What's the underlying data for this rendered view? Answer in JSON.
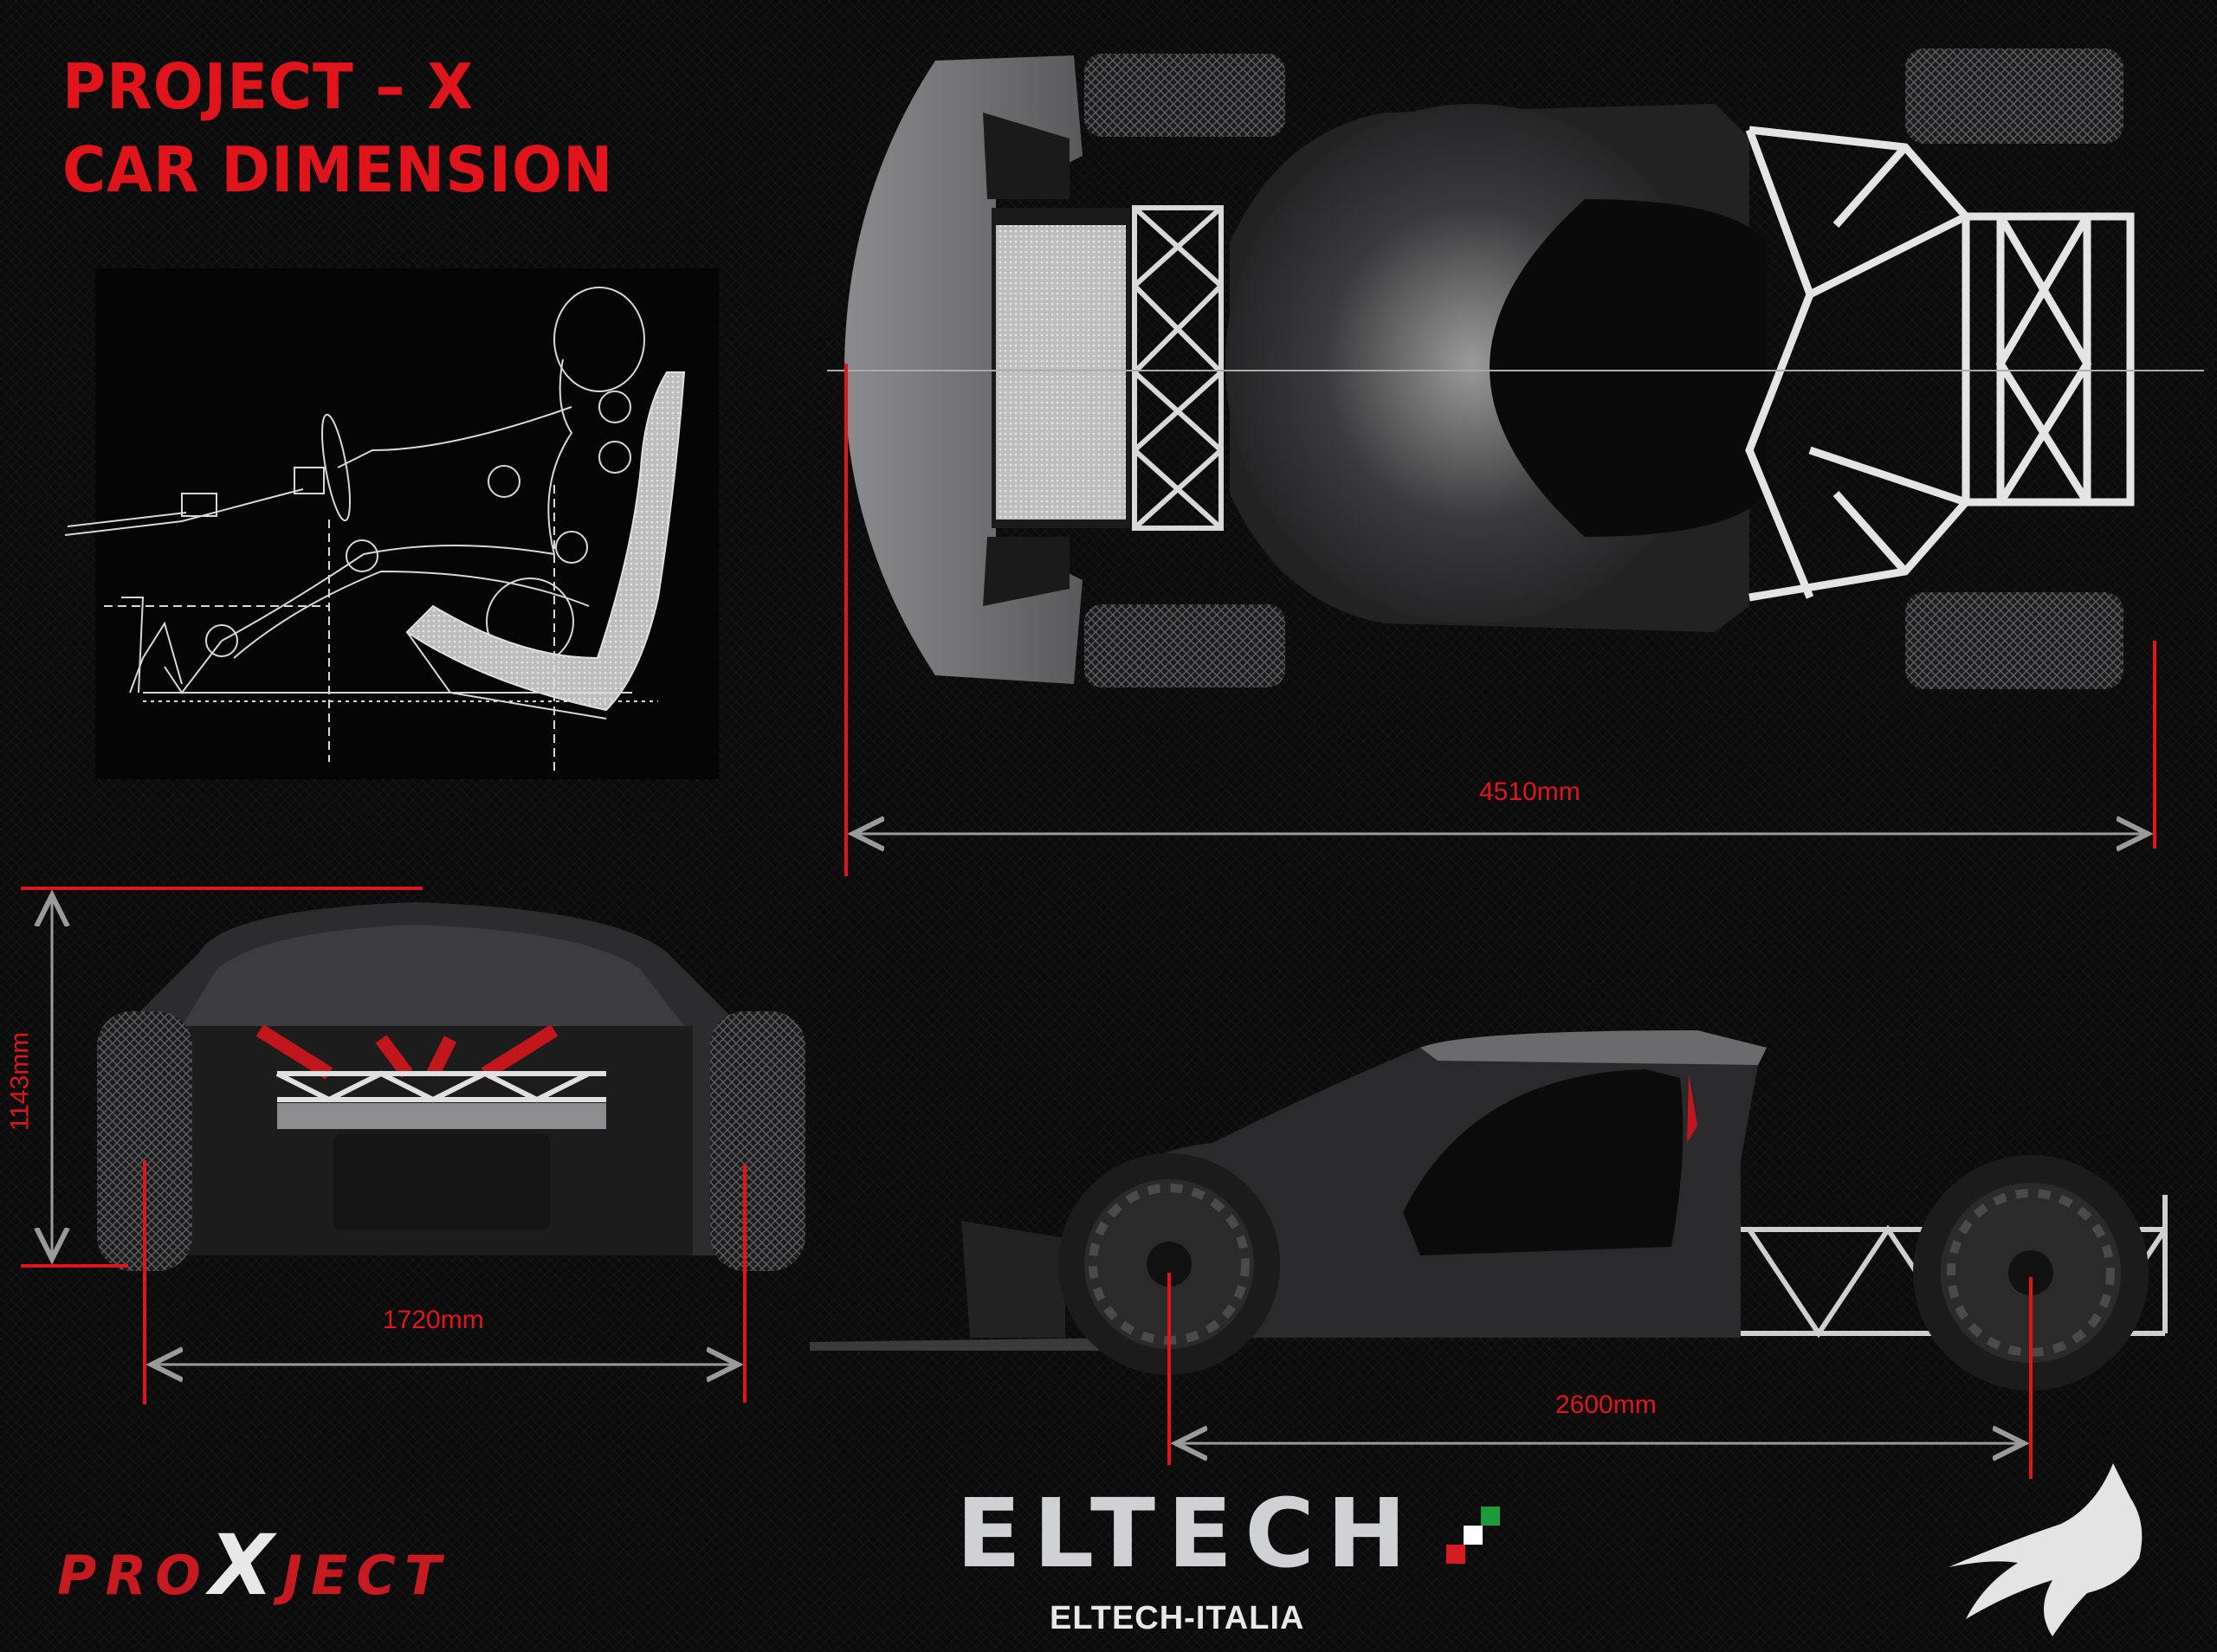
{
  "title": {
    "line1": "PROJECT – X",
    "line2": "CAR DIMENSION"
  },
  "dimensions": {
    "length": "4510mm",
    "height": "1143mm",
    "track": "1720mm",
    "wheelbase": "2600mm"
  },
  "branding": {
    "eltech": "ELTECH",
    "eltech_sub": "ELTECH-ITALIA",
    "proxject_pre": "PRO",
    "proxject_x": "X",
    "proxject_post": "JECT"
  },
  "colors": {
    "accent": "#e0151b",
    "dimension_line": "#9a9a9a",
    "flag_green": "#1f9a3a",
    "flag_white": "#ffffff",
    "flag_red": "#d61b22"
  }
}
